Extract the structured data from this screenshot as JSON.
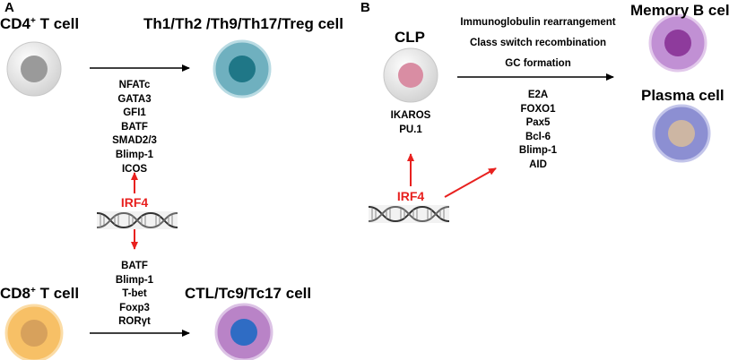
{
  "panel_a": {
    "letter": "A",
    "cd4_label": "CD4",
    "cd4_sup": "+",
    "cd4_suffix": " T cell",
    "th_label": "Th1/Th2 /Th9/Th17/Treg cell",
    "cd4_factors": [
      "NFATc",
      "GATA3",
      "GFI1",
      "BATF",
      "SMAD2/3",
      "Blimp-1",
      "ICOS"
    ],
    "irf4": "IRF4",
    "cd8_factors": [
      "BATF",
      "Blimp-1",
      "T-bet",
      "Foxp3",
      "RORγt"
    ],
    "cd8_label": "CD8",
    "cd8_sup": "+",
    "cd8_suffix": " T cell",
    "ctl_label": "CTL/Tc9/Tc17 cell"
  },
  "panel_b": {
    "letter": "B",
    "clp_label": "CLP",
    "processes": [
      "Immunoglobulin rearrangement",
      "Class switch recombination",
      "GC formation"
    ],
    "clp_factors": [
      "IKAROS",
      "PU.1"
    ],
    "irf4": "IRF4",
    "b_factors": [
      "E2A",
      "FOXO1",
      "Pax5",
      "Bcl-6",
      "Blimp-1",
      "AID"
    ],
    "memory_label": "Memory B cell",
    "plasma_label": "Plasma cell"
  },
  "colors": {
    "arrow_red": "#e8211f",
    "cd4_nucleus": "#9a9a9a",
    "th_cell": "#6fb0bf",
    "th_nucleus": "#1f7787",
    "cd8_cell": "#f7c066",
    "cd8_nucleus": "#d7a15c",
    "ctl_cell": "#b983c7",
    "ctl_nucleus": "#2f6cc4",
    "clp_nucleus": "#d98da3",
    "memory_cell": "#c190d4",
    "memory_nucleus": "#8e3b9c",
    "plasma_cell": "#8c8fd2",
    "plasma_nucleus": "#cdb6a3"
  }
}
